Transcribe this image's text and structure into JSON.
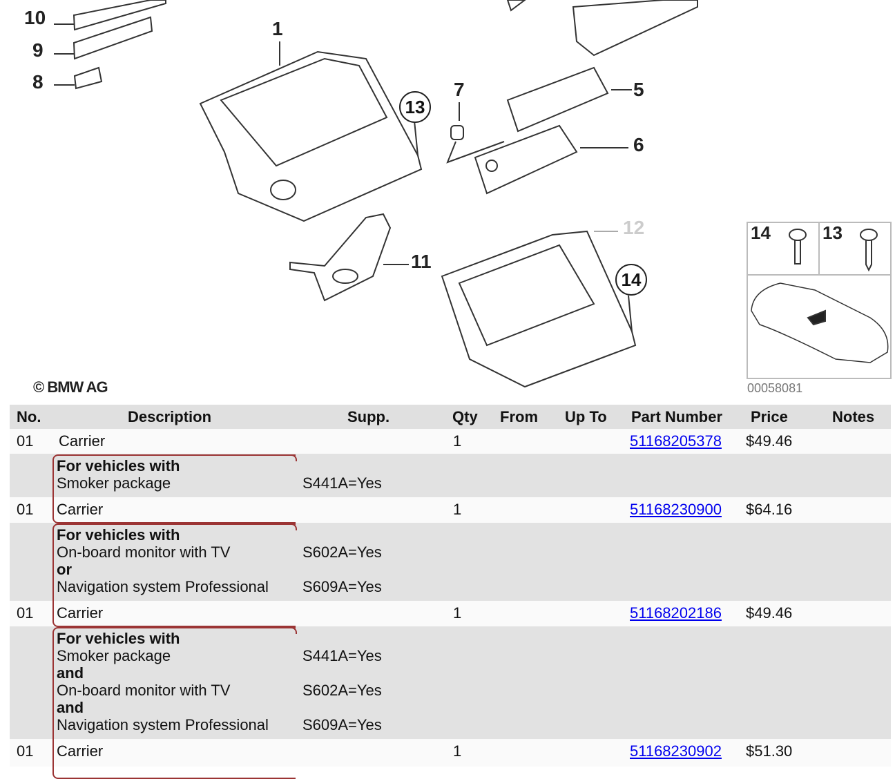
{
  "diagram": {
    "callouts": [
      "10",
      "9",
      "8",
      "1",
      "13",
      "7",
      "5",
      "6",
      "12",
      "11",
      "14"
    ],
    "inset_labels": [
      "14",
      "13"
    ],
    "copyright": "© BMW AG",
    "diagram_number": "00058081"
  },
  "table": {
    "headers": [
      "No.",
      "Description",
      "Supp.",
      "Qty",
      "From",
      "Up To",
      "Part Number",
      "Price",
      "Notes"
    ],
    "parts": [
      {
        "no": "01",
        "description": "Carrier",
        "qty": "1",
        "part_number": "51168205378",
        "price": "$49.46"
      },
      {
        "no": "01",
        "description": "Carrier",
        "qty": "1",
        "part_number": "51168230900",
        "price": "$64.16"
      },
      {
        "no": "01",
        "description": "Carrier",
        "qty": "1",
        "part_number": "51168202186",
        "price": "$49.46"
      },
      {
        "no": "01",
        "description": "Carrier",
        "qty": "1",
        "part_number": "51168230902",
        "price": "$51.30"
      }
    ],
    "conditions": [
      {
        "heading": "For vehicles with",
        "lines": [
          {
            "text": "Smoker package",
            "supp": "S441A=Yes"
          }
        ]
      },
      {
        "heading": "For vehicles with",
        "lines": [
          {
            "text": "On-board monitor with TV",
            "supp": "S602A=Yes"
          },
          {
            "joiner": "or"
          },
          {
            "text": "Navigation system Professional",
            "supp": "S609A=Yes"
          }
        ]
      },
      {
        "heading": "For vehicles with",
        "lines": [
          {
            "text": "Smoker package",
            "supp": "S441A=Yes"
          },
          {
            "joiner": "and"
          },
          {
            "text": "On-board monitor with TV",
            "supp": "S602A=Yes"
          },
          {
            "joiner": "and"
          },
          {
            "text": "Navigation system Professional",
            "supp": "S609A=Yes"
          }
        ]
      }
    ]
  }
}
